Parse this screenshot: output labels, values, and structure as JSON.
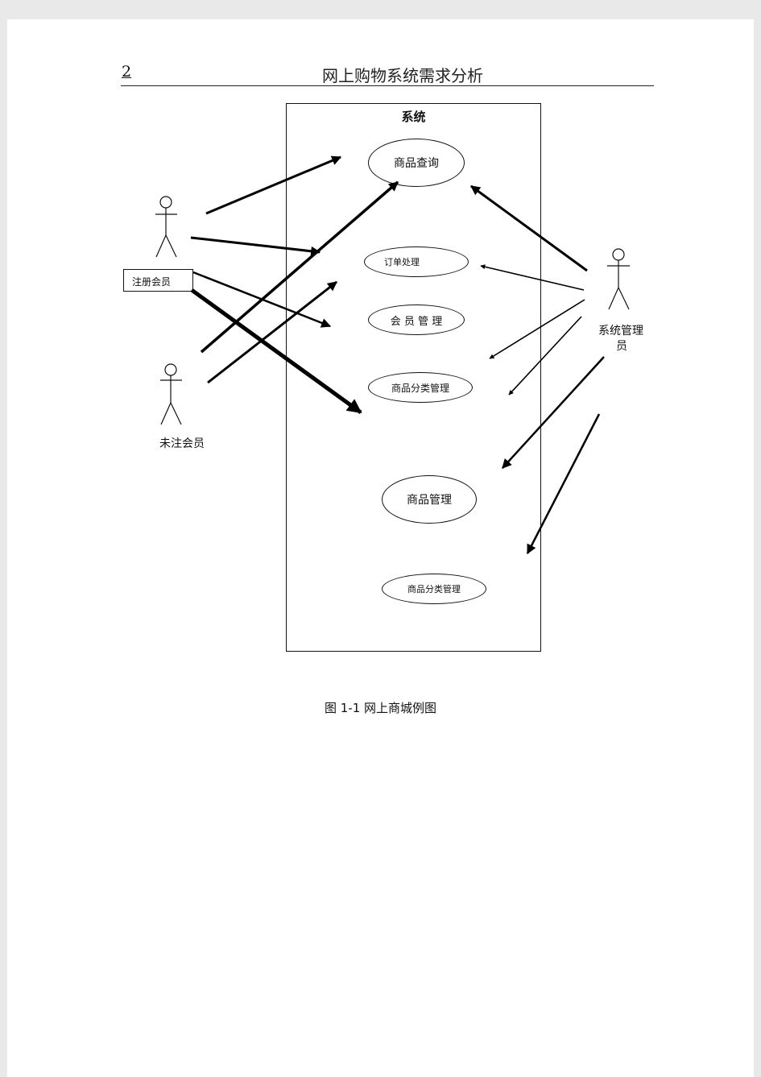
{
  "header": {
    "page_number": "2",
    "title": "网上购物系统需求分析"
  },
  "system": {
    "label": "系统"
  },
  "use_cases": [
    {
      "id": "product-query",
      "label": "商品查询"
    },
    {
      "id": "order-processing",
      "label": "订单处理"
    },
    {
      "id": "member-management",
      "label": "会 员 管 理"
    },
    {
      "id": "product-category-management",
      "label": "商品分类管理"
    },
    {
      "id": "product-management",
      "label": "商品管理"
    },
    {
      "id": "product-category-management-2",
      "label": "商品分类管理"
    }
  ],
  "actors": {
    "registered_member": "注册会员",
    "unregistered_member": "未注会员",
    "admin_line1": "系统管理",
    "admin_line2": "员"
  },
  "caption": "图 1-1 网上商城例图"
}
